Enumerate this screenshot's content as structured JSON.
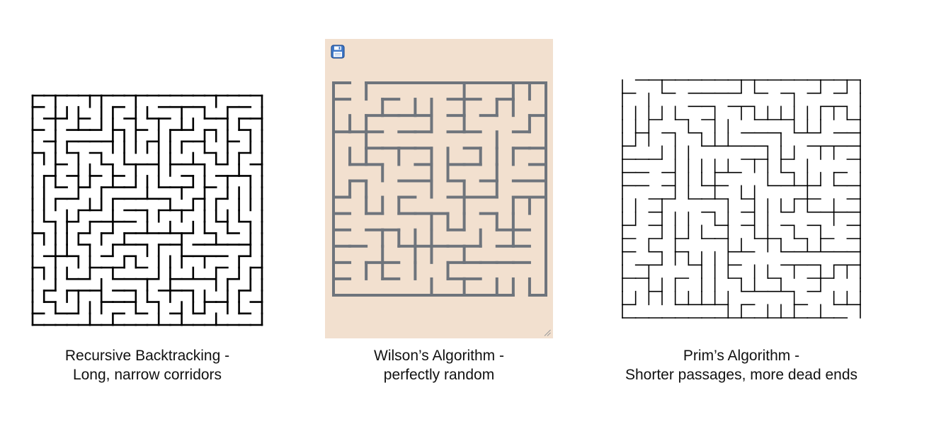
{
  "panels": [
    {
      "title_line1": "Recursive Backtracking -",
      "title_line2": "Long, narrow corridors",
      "wall_color": "#000000",
      "background": "#ffffff"
    },
    {
      "title_line1": "Wilson’s Algorithm -",
      "title_line2": "perfectly random",
      "wall_color": "#6e747c",
      "background": "#f2e0cf",
      "icons": {
        "save": "floppy-disk-icon",
        "resize": "resize-grip-icon"
      }
    },
    {
      "title_line1": "Prim’s Algorithm -",
      "title_line2": "Shorter passages, more dead ends",
      "wall_color": "#000000",
      "background": "#ffffff"
    }
  ]
}
